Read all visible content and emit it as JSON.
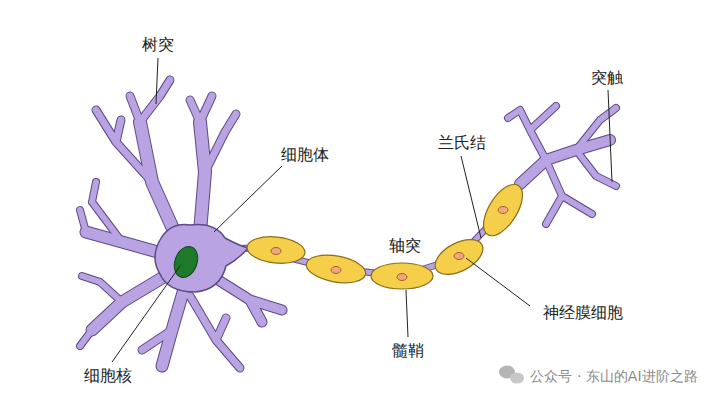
{
  "diagram": {
    "labels": [
      "树突",
      "细胞体",
      "突触",
      "兰氏结",
      "轴突",
      "神经膜细胞",
      "细胞核",
      "髓鞘",
      "公众号 · 东山的AI进阶之路"
    ]
  }
}
